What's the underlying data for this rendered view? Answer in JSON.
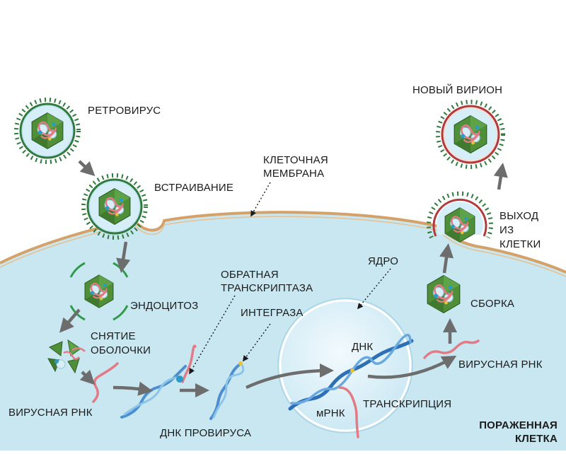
{
  "labels": {
    "retrovirus": "РЕТРОВИРУС",
    "integration": "ВСТРАИВАНИЕ",
    "membrane_1": "КЛЕТОЧНАЯ",
    "membrane_2": "МЕМБРАНА",
    "endocytosis": "ЭНДОЦИТОЗ",
    "uncoating_1": "СНЯТИЕ",
    "uncoating_2": "ОБОЛОЧКИ",
    "viral_rna_left": "ВИРУСНАЯ РНК",
    "reverse_transcriptase_1": "ОБРАТНАЯ",
    "reverse_transcriptase_2": "ТРАНСКРИПТАЗА",
    "integrase": "ИНТЕГРАЗА",
    "provirus_dna": "ДНК ПРОВИРУСА",
    "nucleus": "ЯДРО",
    "dna": "ДНК",
    "mrna": "мРНК",
    "transcription": "ТРАНСКРИПЦИЯ",
    "viral_rna_right": "ВИРУСНАЯ РНК",
    "assembly": "СБОРКА",
    "exit_1": "ВЫХОД",
    "exit_2": "ИЗ",
    "exit_3": "КЛЕТКИ",
    "new_virion": "НОВЫЙ ВИРИОН",
    "infected_cell_1": "ПОРАЖЕННАЯ",
    "infected_cell_2": "КЛЕТКА"
  },
  "colors": {
    "cytoplasm": "#c9e7f1",
    "membrane": "#d4a268",
    "virus_green": "#2f7a3c",
    "capsid": "#4f8f3a",
    "envelope_blue": "#bfe3f3",
    "rna_pink": "#e27b86",
    "dna_blue": "#4c8fd0",
    "arrow": "#6d6d6d",
    "new_virion_ring": "#b23a3a"
  }
}
